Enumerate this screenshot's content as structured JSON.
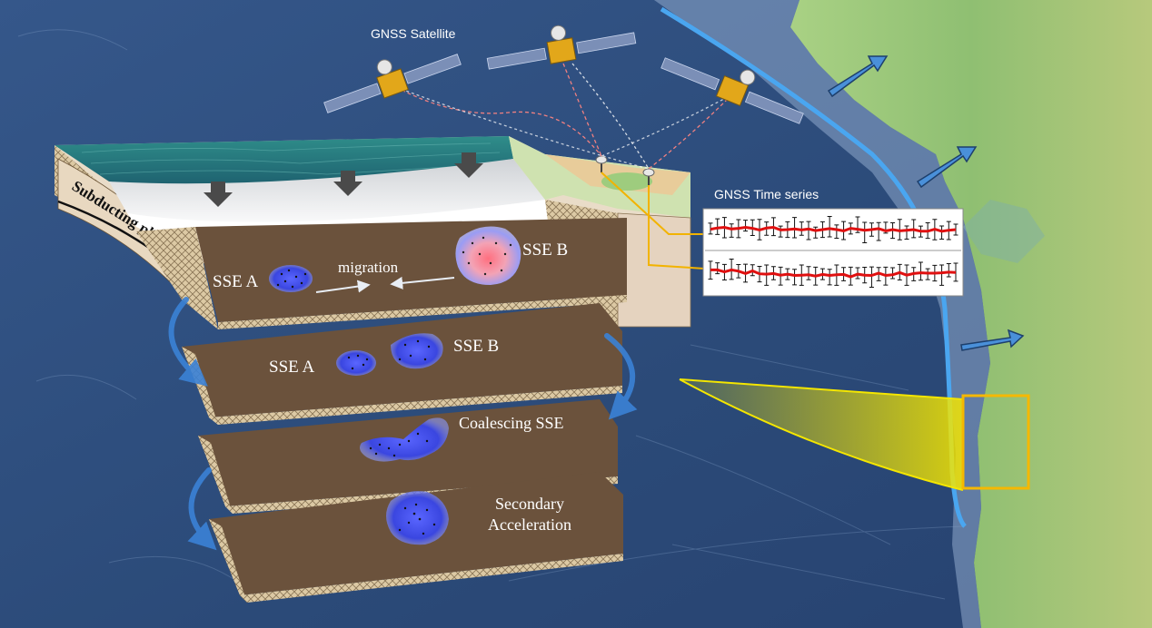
{
  "labels": {
    "gnss_satellite": "GNSS Satellite",
    "gnss_time_series": "GNSS Time series",
    "subducting_plate": "Subducting plate",
    "layer1": {
      "sse_a": "SSE A",
      "migration": "migration",
      "sse_b": "SSE B"
    },
    "layer2": {
      "sse_a": "SSE A",
      "sse_b": "SSE B"
    },
    "layer3": {
      "coalescing": "Coalescing SSE"
    },
    "layer4": {
      "line1": "Secondary",
      "line2": "Acceleration"
    }
  },
  "colors": {
    "ocean": "#2b4d7a",
    "land": "#9cc37a",
    "crust": "#6b523c",
    "sse_blue": "#3f4de8",
    "sse_red": "#f08a9a",
    "arrow_blue": "#4a90d9",
    "series_red": "#e01010",
    "highlight_yellow": "#f0e000"
  },
  "time_series": {
    "series": [
      {
        "values": [
          2.0,
          2.2,
          2.1,
          1.8,
          2.0,
          2.3,
          2.1,
          1.9,
          2.0,
          2.2,
          1.7,
          1.9,
          2.1,
          2.0,
          1.8,
          1.6,
          1.9,
          2.2,
          1.7,
          1.8,
          2.0,
          2.4,
          1.6,
          1.9,
          1.7,
          2.1,
          1.8,
          1.9,
          1.6,
          2.0,
          1.7,
          1.8,
          1.9,
          1.6,
          1.8,
          1.9
        ]
      },
      {
        "values": [
          2.2,
          2.4,
          2.0,
          2.3,
          2.1,
          1.9,
          2.2,
          1.8,
          1.7,
          1.9,
          1.6,
          1.8,
          1.5,
          1.7,
          1.9,
          1.6,
          1.8,
          1.5,
          1.7,
          1.8,
          1.6,
          1.9,
          1.7,
          1.5,
          1.8,
          1.6,
          1.9,
          2.0,
          1.7,
          1.8,
          2.1,
          1.8,
          1.9,
          1.7,
          2.2,
          2.0
        ]
      }
    ]
  }
}
